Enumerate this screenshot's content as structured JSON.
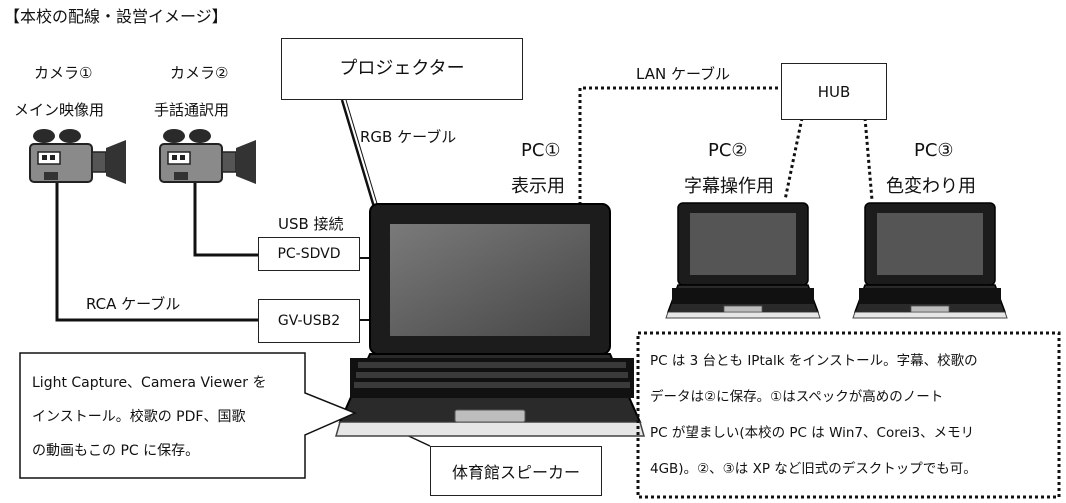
{
  "title": "【本校の配線・設営イメージ】",
  "cameras": [
    {
      "name": "カメラ①",
      "use": "メイン映像用"
    },
    {
      "name": "カメラ②",
      "use": "手話通訳用"
    }
  ],
  "projector": "プロジェクター",
  "rgb_cable": "RGB ケーブル",
  "lan_cable": "LAN ケーブル",
  "hub": "HUB",
  "usb": "USB 接続",
  "rca": "RCA ケーブル",
  "devices": [
    "PC-SDVD",
    "GV-USB2"
  ],
  "pcs": [
    {
      "name": "PC①",
      "role": "表示用"
    },
    {
      "name": "PC②",
      "role": "字幕操作用"
    },
    {
      "name": "PC③",
      "role": "色変わり用"
    }
  ],
  "speaker": "体育館スピーカー",
  "callout": [
    "Light Capture、Camera Viewer を",
    "インストール。校歌の PDF、国歌",
    "の動画もこの PC に保存。"
  ],
  "note": [
    "PC は 3 台とも IPtalk をインストール。字幕、校歌の",
    "データは②に保存。①はスペックが高めのノート",
    "PC が望ましい(本校の PC は Win7、Corei3、メモリ",
    "4GB)。②、③は XP など旧式のデスクトップでも可。"
  ]
}
